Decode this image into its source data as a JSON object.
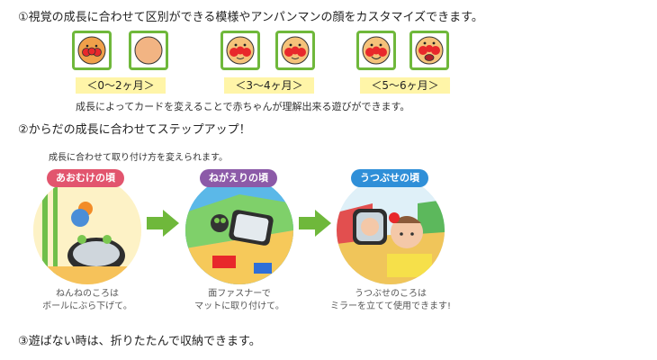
{
  "section1": {
    "heading": "①視覚の成長に合わせて区別ができる模様やアンパンマンの顔をカスタマイズできます。",
    "stages": [
      {
        "age": "＜0～2ヶ月＞"
      },
      {
        "age": "＜3～4ヶ月＞"
      },
      {
        "age": "＜5～6ヶ月＞"
      }
    ],
    "note": "成長によってカードを変えることで赤ちゃんが理解出来る遊びができます。"
  },
  "section2": {
    "heading": "②からだの成長に合わせてステップアップ！",
    "subheading": "成長に合わせて取り付け方を変えられます。",
    "steps": [
      {
        "label": "あおむけの頃",
        "color": "#e2556e",
        "caption_line1": "ねんねのころは",
        "caption_line2": "ボールにぶら下げて。"
      },
      {
        "label": "ねがえりの頃",
        "color": "#8c5aa8",
        "caption_line1": "面ファスナーで",
        "caption_line2": "マットに取り付けて。"
      },
      {
        "label": "うつぶせの頃",
        "color": "#2f8fd8",
        "caption_line1": "うつぶせのころは",
        "caption_line2": "ミラーを立てて使用できます!"
      }
    ]
  },
  "section3": {
    "heading": "③遊ばない時は、折りたたんで収納できます。"
  },
  "colors": {
    "card_border": "#6fb83b",
    "age_bar": "#fff5a8",
    "arrow": "#6fb83b"
  }
}
